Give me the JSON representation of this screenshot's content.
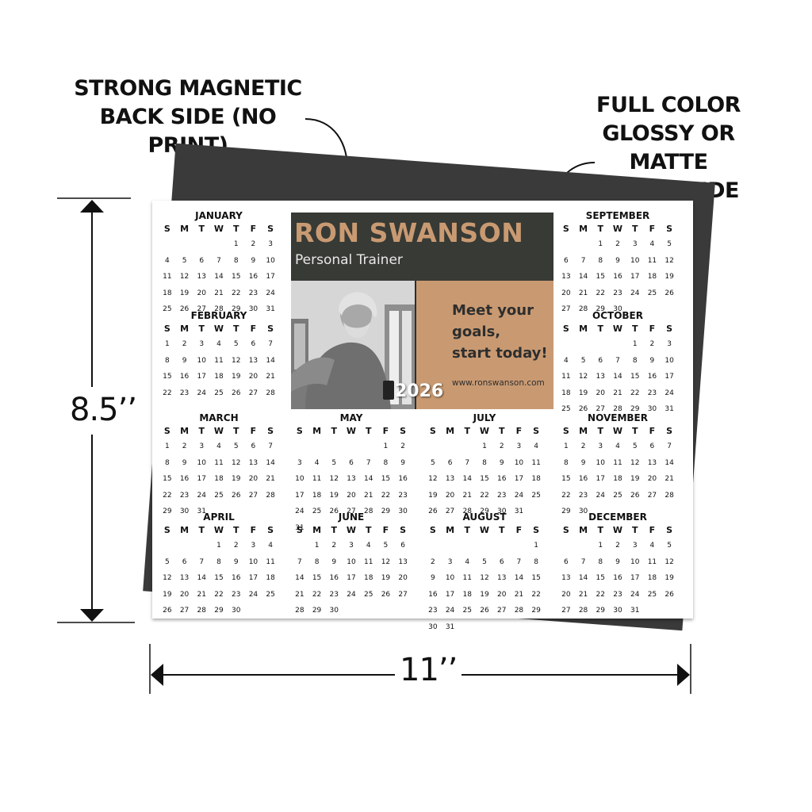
{
  "callouts": {
    "back": [
      "STRONG MAGNETIC",
      "BACK SIDE (NO PRINT)"
    ],
    "front": [
      "FULL COLOR",
      "GLOSSY OR MATTE",
      "FRONT SIDE"
    ]
  },
  "dimensions": {
    "height": "8.5’’",
    "width": "11’’"
  },
  "banner": {
    "name": "RON SWANSON",
    "title": "Personal Trainer",
    "slogan": [
      "Meet your",
      "goals,",
      "start today!"
    ],
    "website": "www.ronswanson.com",
    "year": "2026"
  },
  "colors": {
    "banner_dark": "#373a35",
    "accent_tan": "#c99a72",
    "magnet": "#3a3a3a"
  },
  "weekdays": [
    "S",
    "M",
    "T",
    "W",
    "T",
    "F",
    "S"
  ],
  "months": [
    {
      "name": "JANUARY",
      "first_dow": 4,
      "days": 31
    },
    {
      "name": "FEBRUARY",
      "first_dow": 0,
      "days": 28
    },
    {
      "name": "MARCH",
      "first_dow": 0,
      "days": 31
    },
    {
      "name": "APRIL",
      "first_dow": 3,
      "days": 30
    },
    {
      "name": "MAY",
      "first_dow": 5,
      "days": 31
    },
    {
      "name": "JUNE",
      "first_dow": 1,
      "days": 30
    },
    {
      "name": "JULY",
      "first_dow": 3,
      "days": 31
    },
    {
      "name": "AUGUST",
      "first_dow": 6,
      "days": 31
    },
    {
      "name": "SEPTEMBER",
      "first_dow": 2,
      "days": 30
    },
    {
      "name": "OCTOBER",
      "first_dow": 4,
      "days": 31
    },
    {
      "name": "NOVEMBER",
      "first_dow": 0,
      "days": 30
    },
    {
      "name": "DECEMBER",
      "first_dow": 2,
      "days": 31
    }
  ]
}
